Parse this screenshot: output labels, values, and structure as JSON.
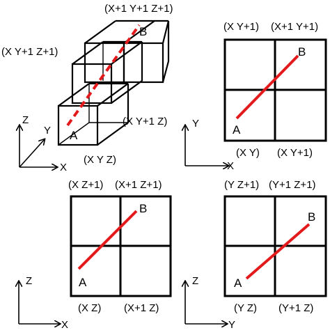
{
  "colors": {
    "line": "#000000",
    "path": "#e31a1c",
    "background": "#ffffff"
  },
  "cube_view": {
    "labels": {
      "top_corner": "(X+1 Y+1 Z+1)",
      "left_corner": "(X Y+1 Z+1)",
      "right_corner": "(X Y+1 Z)",
      "bottom_corner": "(X Y Z)",
      "point_a": "A",
      "point_b": "B"
    },
    "axes": {
      "vertical": "Z",
      "depth": "Y",
      "horizontal": "X"
    }
  },
  "xy_view": {
    "labels": {
      "top_left": "(X Y+1)",
      "top_right": "(X+1 Y+1)",
      "bottom_left": "(X Y)",
      "bottom_right": "(X Y+1)",
      "point_a": "A",
      "point_b": "B"
    },
    "axes": {
      "vertical": "Y",
      "horizontal": "X"
    }
  },
  "xz_view": {
    "labels": {
      "top_left": "(X Z+1)",
      "top_right": "(X+1 Z+1)",
      "bottom_left": "(X Z)",
      "bottom_right": "(X+1 Z)",
      "point_a": "A",
      "point_b": "B"
    },
    "axes": {
      "vertical": "Z",
      "horizontal": "X"
    }
  },
  "yz_view": {
    "labels": {
      "top_left": "(Y Z+1)",
      "top_right": "(Y+1 Z+1)",
      "bottom_left": "(Y Z)",
      "bottom_right": "(Y+1 Z)",
      "point_a": "A",
      "point_b": "B"
    },
    "axes": {
      "vertical": "Z",
      "horizontal": "Y"
    }
  }
}
